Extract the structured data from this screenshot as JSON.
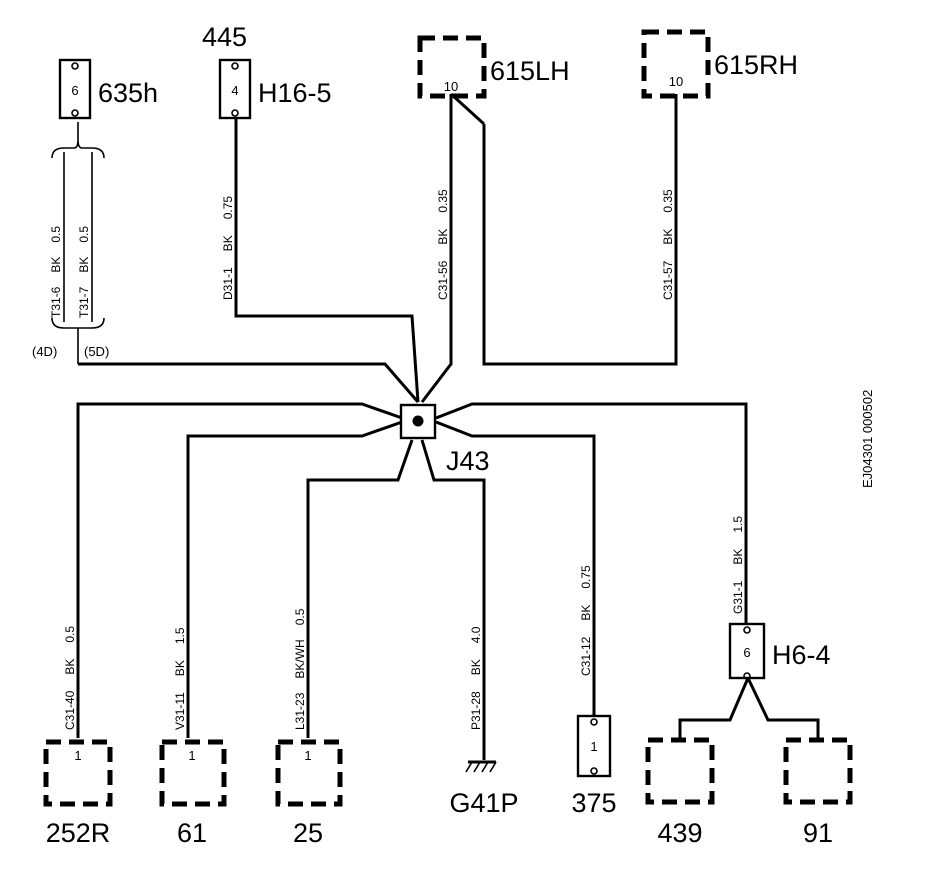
{
  "diagram_id": "EJ04301 000502",
  "splice": {
    "label": "J43"
  },
  "connectors": {
    "c635h": {
      "label": "635h",
      "pin": "6"
    },
    "c445": {
      "top": "445",
      "label": "H16-5",
      "pin": "4"
    },
    "c615lh": {
      "label": "615LH",
      "pin": "10"
    },
    "c615rh": {
      "label": "615RH",
      "pin": "10"
    },
    "h6_4": {
      "label": "H6-4",
      "pin": "6"
    },
    "c252r": {
      "label": "252R",
      "pin": "1"
    },
    "c61": {
      "label": "61",
      "pin": "1"
    },
    "c25": {
      "label": "25",
      "pin": "1"
    },
    "c375": {
      "label": "375",
      "pin": "1"
    },
    "c439": {
      "label": "439"
    },
    "c91": {
      "label": "91"
    },
    "ground": {
      "label": "G41P"
    }
  },
  "wires": {
    "t31_6": {
      "id": "T31-6",
      "color": "BK",
      "size": "0.5"
    },
    "t31_7": {
      "id": "T31-7",
      "color": "BK",
      "size": "0.5"
    },
    "d31_1": {
      "id": "D31-1",
      "color": "BK",
      "size": "0.75"
    },
    "c31_56": {
      "id": "C31-56",
      "color": "BK",
      "size": "0.35"
    },
    "c31_57": {
      "id": "C31-57",
      "color": "BK",
      "size": "0.35"
    },
    "c31_40": {
      "id": "C31-40",
      "color": "BK",
      "size": "0.5"
    },
    "v31_11": {
      "id": "V31-11",
      "color": "BK",
      "size": "1.5"
    },
    "l31_23": {
      "id": "L31-23",
      "color": "BK/WH",
      "size": "0.5"
    },
    "p31_28": {
      "id": "P31-28",
      "color": "BK",
      "size": "4.0"
    },
    "c31_12": {
      "id": "C31-12",
      "color": "BK",
      "size": "0.75"
    },
    "g31_1": {
      "id": "G31-1",
      "color": "BK",
      "size": "1.5"
    }
  },
  "variants": {
    "left": "(4D)",
    "right": "(5D)"
  }
}
